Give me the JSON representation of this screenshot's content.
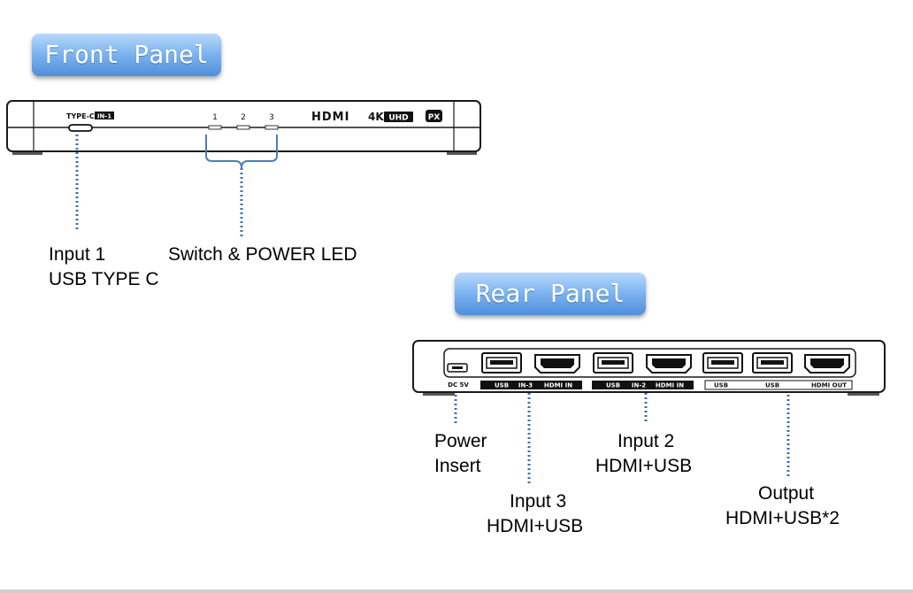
{
  "front_panel": {
    "title": "Front Panel",
    "type_c_label": "TYPE-C",
    "in1_badge": "IN-1",
    "switch_numbers": [
      "1",
      "2",
      "3"
    ],
    "hdmi_logo": "HDMI",
    "uhd_4k": "4K",
    "uhd_badge": "UHD",
    "px_logo": "PX",
    "callouts": {
      "input1_line1": "Input 1",
      "input1_line2": "USB TYPE C",
      "switch": "Switch & POWER LED"
    }
  },
  "rear_panel": {
    "title": "Rear Panel",
    "dc_label": "DC 5V",
    "group_in3": [
      "USB",
      "IN-3",
      "HDMI IN"
    ],
    "group_in2": [
      "USB",
      "IN-2",
      "HDMI IN"
    ],
    "group_out": [
      "USB",
      "USB",
      "HDMI OUT"
    ],
    "callouts": {
      "power_line1": "Power",
      "power_line2": "Insert",
      "input3_line1": "Input 3",
      "input3_line2": "HDMI+USB",
      "input2_line1": "Input 2",
      "input2_line2": "HDMI+USB",
      "output_line1": "Output",
      "output_line2": "HDMI+USB*2"
    }
  },
  "colors": {
    "button_blue": "#5b9ae0",
    "dotted_line": "#3d6fae",
    "bracket": "#4a7ebd",
    "device_outline": "#1a1a1a"
  }
}
